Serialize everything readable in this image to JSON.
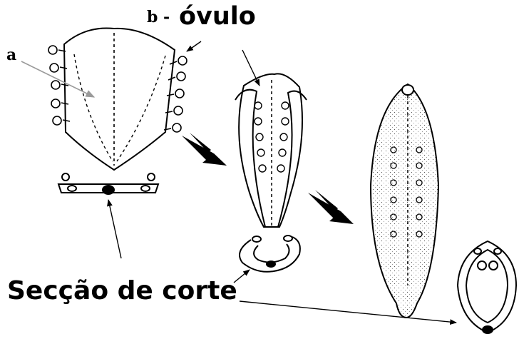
{
  "labels": {
    "a": "a",
    "b": "b -",
    "ovulo": "óvulo",
    "seccao_de_corte": "Secção de corte"
  },
  "colors": {
    "ink": "#000000",
    "arrow_a": "#9a9a9a"
  }
}
